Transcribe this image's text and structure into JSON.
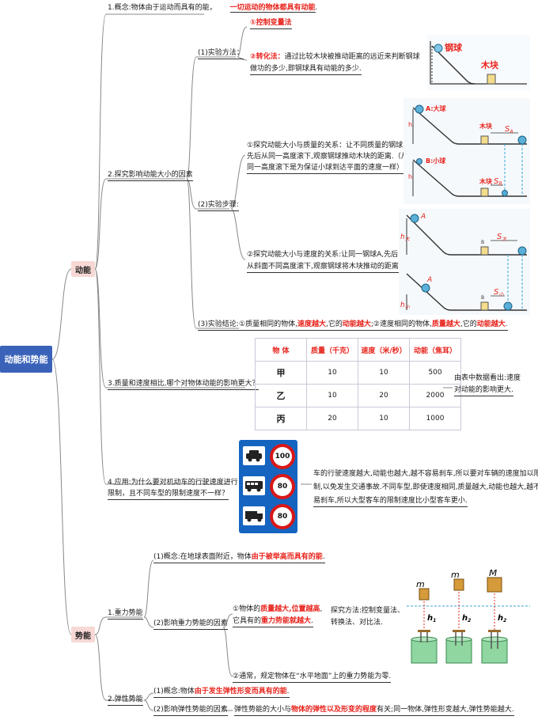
{
  "root": "动能和势能",
  "dongneng": {
    "label": "动能",
    "concept": {
      "prefix": "1.概念:物体由于运动而具有的能，",
      "answer": "一切运动的物体都具有动能",
      "tail": "."
    },
    "factors_title": "2.探究影响动能大小的因素",
    "method_title": "(1)实验方法：",
    "method1": "①控制变量法",
    "method2_label": "②转化法：",
    "method2_line1": "通过比较木块被推动距离的远近来判断钢球",
    "method2_line2": "做功的多少,即钢球具有动能的多少.",
    "steps_title": "(2)实验步骤:",
    "step1": [
      "①探究动能大小与质量的关系：让不同质量的钢球,",
      "先后从同一高度滚下,观察钢球推动木块的距离.（从",
      "同一高度滚下是为保证小球到达平面的速度一样）"
    ],
    "step2": [
      "②探究动能大小与速度的关系:让同一钢球A,先后",
      "从斜面不同高度滚下,观察钢球将木块推动的距离."
    ],
    "conclusion_title": "(3)实验结论:",
    "conclusion": {
      "p1": "①质量相同的物体,",
      "r1": "速度越大",
      "p2": ",它的",
      "r2": "动能越大",
      "p3": ";②速度相同的物体,",
      "r3": "质量越大",
      "p4": ",它的",
      "r4": "动能越大",
      "p5": "."
    },
    "q3_title": "3.质量和速度相比,哪个对物体动能的影响更大？",
    "table": {
      "headers": [
        "物  体",
        "质量（千克）",
        "速度（米/秒）",
        "动能（焦耳）"
      ],
      "rows": [
        [
          "甲",
          "10",
          "10",
          "500"
        ],
        [
          "乙",
          "10",
          "20",
          "2000"
        ],
        [
          "丙",
          "20",
          "10",
          "1000"
        ]
      ]
    },
    "table_note": [
      "由表中数据看出:速度",
      "对动能的影响更大."
    ],
    "q4_title": [
      "4.应用:为什么要对机动车的行驶速度进行",
      "限制，且不同车型的限制速度不一样？"
    ],
    "signs": [
      "100",
      "80",
      "80"
    ],
    "q4_answer": [
      "车的行驶速度越大,动能也越大,越不容易刹车,所以要对车辆的速度加以限",
      "制,以免发生交通事故.不同车型,即使速度相同,质量越大,动能也越大,越不容",
      "易刹车,所以大型客车的限制速度比小型客车更小."
    ],
    "img1": {
      "ball": "钢球",
      "block": "木块"
    },
    "img2": {
      "ball_a": "A:大球",
      "ball_b": "B:小球",
      "block": "木块",
      "h": "h",
      "sa": "S",
      "sa_sub": "A",
      "sb": "S",
      "sb_sub": "B"
    },
    "img3": {
      "ball": "A",
      "h_big": "h",
      "h_big_sub": "大",
      "h_small": "h",
      "h_small_sub": "小",
      "block": "B",
      "s_big": "S",
      "s_big_sub": "大",
      "s_small": "S",
      "s_small_sub": "小"
    }
  },
  "shineng": {
    "label": "势能",
    "gravity_title": "1.重力势能",
    "g_concept": {
      "prefix": "(1)概念:在地球表面附近，物体",
      "answer": "由于被举高而具有的能",
      "tail": "."
    },
    "g_factors_title": "(2)影响重力势能的因素",
    "g1": {
      "p1": "①物体的",
      "r1": "质量越大,位置越高",
      "p2": ",",
      "p3": "它具有的",
      "r2": "重力势能就越大",
      "p4": "."
    },
    "g_method": [
      "探究方法:控制变量法、",
      "转换法、对比法."
    ],
    "g2": "②通常，规定物体在“水平地面”上的重力势能为零.",
    "img4": {
      "m1": "m",
      "m2": "m",
      "m3": "M",
      "h1": "h",
      "h1_sub": "1",
      "h2": "h",
      "h2_sub": "2",
      "h3": "h",
      "h3_sub": "2"
    },
    "elastic_title": "2.弹性势能",
    "e_concept": {
      "prefix": "(1)概念:物体",
      "answer": "由于发生弹性形变而具有的能",
      "tail": "."
    },
    "e_factors_title": "(2)影响弹性势能的因素",
    "e_answer": {
      "p1": "弹性势能的大小与",
      "r1": "物体的弹性以及形变的程度",
      "p2": "有关;同一物体,弹性形变越大,弹性势能越大."
    }
  }
}
